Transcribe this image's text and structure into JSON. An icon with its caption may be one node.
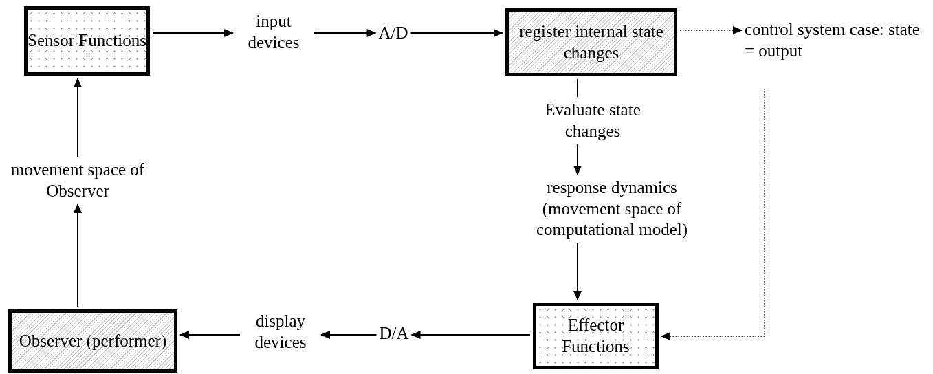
{
  "diagram": {
    "nodes": [
      {
        "text": [
          "Sensor Functions"
        ]
      },
      {
        "text": [
          "input devices"
        ]
      },
      {
        "text": [
          "A/D"
        ]
      },
      {
        "text": [
          "register internal state changes"
        ]
      },
      {
        "text": [
          "control system case: state = output"
        ]
      },
      {
        "text": [
          "Evaluate state changes"
        ]
      },
      {
        "text": [
          "response dynamics (movement space of computational model)"
        ]
      },
      {
        "text": [
          "Effector Functions"
        ]
      },
      {
        "text": [
          "D/A"
        ]
      },
      {
        "text": [
          "display devices"
        ]
      },
      {
        "text": [
          "Observer (performer)"
        ]
      },
      {
        "text": [
          "movement space of Observer"
        ]
      }
    ],
    "edges": [
      {
        "from": 0,
        "to": 1,
        "arrow": "to"
      },
      {
        "from": 1,
        "to": 2,
        "arrow": "to"
      },
      {
        "from": 2,
        "to": 3,
        "arrow": "to"
      },
      {
        "from": 3,
        "to": 4,
        "arrow": "to",
        "style": "dashed"
      },
      {
        "from": 3,
        "to": 5,
        "arrow": "none"
      },
      {
        "from": 5,
        "to": 6,
        "arrow": "to"
      },
      {
        "from": 6,
        "to": 7,
        "arrow": "to"
      },
      {
        "from": 4,
        "to": 7,
        "arrow": "to",
        "style": "dashed"
      },
      {
        "from": 7,
        "to": 8,
        "arrow": "to"
      },
      {
        "from": 8,
        "to": 9,
        "arrow": "to"
      },
      {
        "from": 9,
        "to": 10,
        "arrow": "to"
      },
      {
        "from": 10,
        "to": 11,
        "arrow": "to"
      },
      {
        "from": 11,
        "to": 0,
        "arrow": "to"
      }
    ]
  }
}
